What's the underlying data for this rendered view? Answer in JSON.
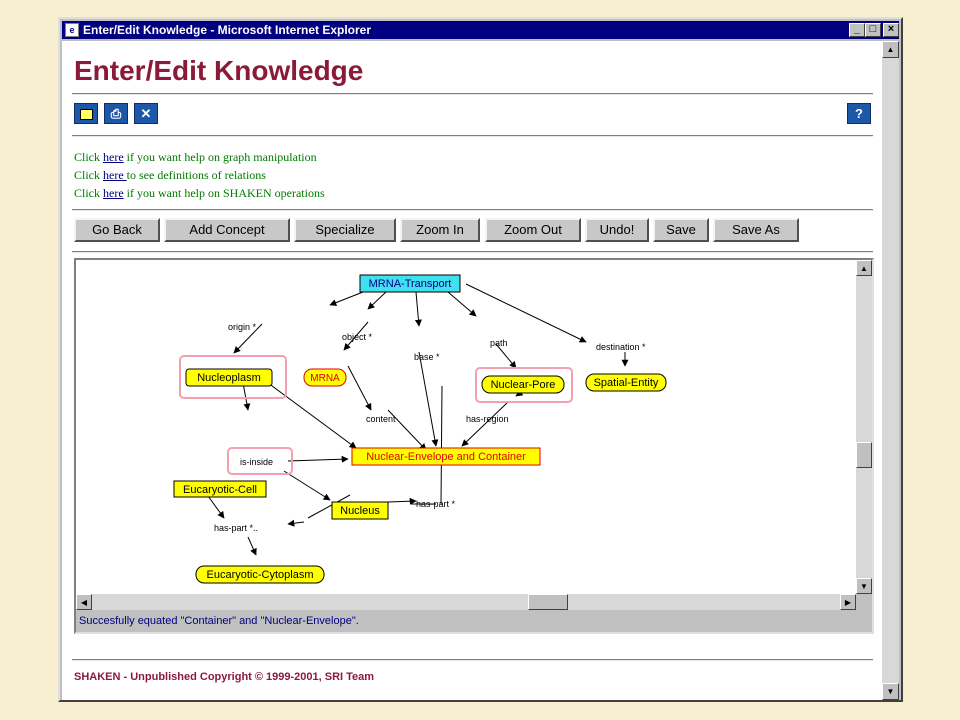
{
  "window": {
    "title": "Enter/Edit Knowledge - Microsoft Internet Explorer",
    "controls": [
      "minimize",
      "maximize",
      "close"
    ]
  },
  "page": {
    "heading": "Enter/Edit Knowledge",
    "heading_color": "#8b1a3a",
    "icon_buttons": [
      "new-icon",
      "print-icon",
      "close-x-icon"
    ],
    "help_button": "?"
  },
  "help_links": [
    {
      "prefix": "Click ",
      "link": "here",
      "suffix": " if you want help on graph manipulation"
    },
    {
      "prefix": "Click ",
      "link": "here ",
      "suffix": "to see definitions of relations"
    },
    {
      "prefix": "Click ",
      "link": "here",
      "suffix": " if you want help on SHAKEN operations"
    }
  ],
  "toolbar": {
    "buttons": [
      "Go Back",
      "Add Concept",
      "Specialize",
      "Zoom In",
      "Zoom Out",
      "Undo!",
      "Save",
      "Save As"
    ]
  },
  "graph": {
    "nodes": [
      {
        "label": "MRNA-Transport",
        "fill": "#40e0f0",
        "text_color": "#000080"
      },
      {
        "label": "Nucleoplasm",
        "fill": "#ffff00",
        "text_color": "#000000"
      },
      {
        "label": "MRNA",
        "fill": "#ffff00",
        "text_color": "#e00000"
      },
      {
        "label": "Nuclear-Pore",
        "fill": "#ffff00",
        "text_color": "#000000"
      },
      {
        "label": "Spatial-Entity",
        "fill": "#ffff00",
        "text_color": "#000000"
      },
      {
        "label": "Nuclear-Envelope and Container",
        "fill": "#ffff00",
        "text_color": "#e00000"
      },
      {
        "label": "Eucaryotic-Cell",
        "fill": "#ffff00",
        "text_color": "#000000"
      },
      {
        "label": "Nucleus",
        "fill": "#ffff00",
        "text_color": "#000000"
      },
      {
        "label": "Eucaryotic-Cytoplasm",
        "fill": "#ffff00",
        "text_color": "#000000"
      }
    ],
    "edge_labels": [
      "origin *",
      "object *",
      "base *",
      "path",
      "destination *",
      "content",
      "has-region",
      "is-inside",
      "has-part *",
      "has-part *.."
    ],
    "highlight_color": "#f4a0b0"
  },
  "status": {
    "message": "Succesfully equated \"Container\" and \"Nuclear-Envelope\"."
  },
  "footer": {
    "text": "SHAKEN - Unpublished Copyright © 1999-2001, SRI Team"
  }
}
